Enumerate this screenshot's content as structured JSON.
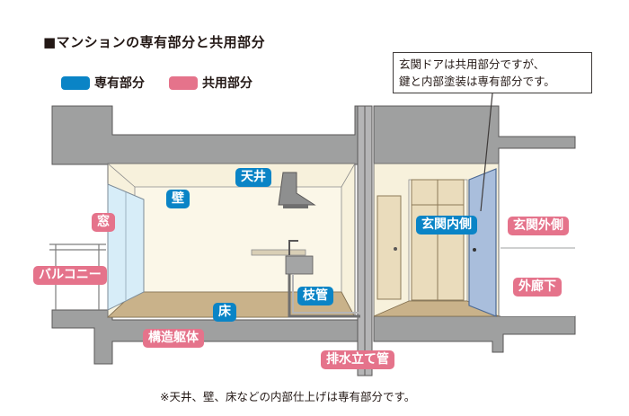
{
  "title": "■マンションの専有部分と共用部分",
  "legend": [
    {
      "label": "専有部分",
      "color": "#0a84c6"
    },
    {
      "label": "共用部分",
      "color": "#e5738b"
    }
  ],
  "callout": {
    "line1": "玄関ドアは共用部分ですが、",
    "line2": "鍵と内部塗装は専有部分です。"
  },
  "labels": {
    "ceiling": "天井",
    "wall": "壁",
    "window": "窓",
    "balcony": "バルコニー",
    "floor": "床",
    "structure": "構造躯体",
    "branch_pipe": "枝管",
    "drain_pipe": "排水立て管",
    "entrance_inside": "玄関内側",
    "entrance_outside": "玄関外側",
    "corridor": "外廊下"
  },
  "footnote": "※天井、壁、床などの内部仕上げは専有部分です。"
}
